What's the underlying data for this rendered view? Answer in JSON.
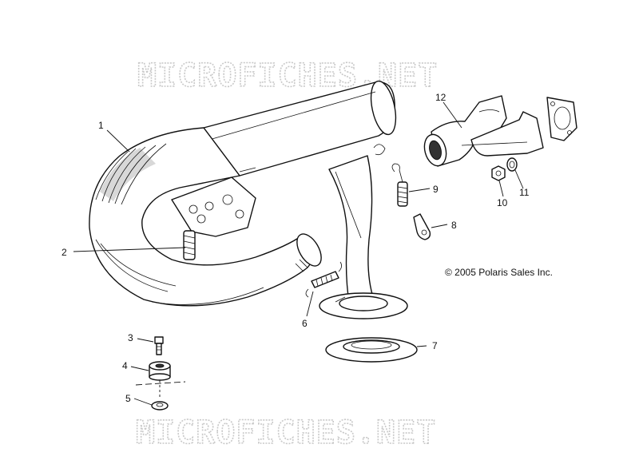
{
  "watermark": {
    "top": "MICROFICHES.NET",
    "bottom": "MICROFICHES.NET"
  },
  "copyright": "© 2005 Polaris Sales Inc.",
  "callouts": [
    "1",
    "2",
    "3",
    "4",
    "5",
    "6",
    "7",
    "8",
    "9",
    "10",
    "11",
    "12"
  ],
  "icons": {
    "muffler": "muffler-icon",
    "exhaust_pipe": "exhaust-pipe-icon",
    "spring": "spring-icon",
    "bolt": "bolt-icon",
    "grommet": "grommet-icon",
    "washer": "washer-icon",
    "seal": "seal-icon",
    "clamp": "clamp-icon",
    "manifold": "exhaust-manifold-icon",
    "gasket": "gasket-icon",
    "nut": "nut-icon"
  }
}
